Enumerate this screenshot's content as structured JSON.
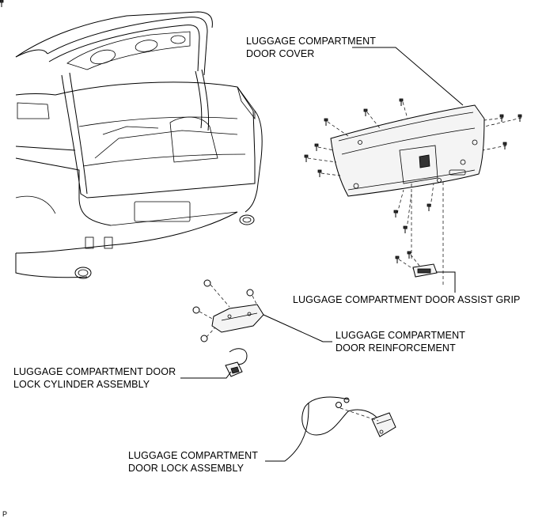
{
  "labels": {
    "cover_line1": "LUGGAGE COMPARTMENT",
    "cover_line2": "DOOR COVER",
    "grip": "LUGGAGE COMPARTMENT DOOR ASSIST GRIP",
    "reinf_line1": "LUGGAGE COMPARTMENT",
    "reinf_line2": "DOOR REINFORCEMENT",
    "cylinder_line1": "LUGGAGE COMPARTMENT DOOR",
    "cylinder_line2": "LOCK CYLINDER ASSEMBLY",
    "lock_line1": "LUGGAGE COMPARTMENT",
    "lock_line2": "DOOR LOCK ASSEMBLY",
    "corner_mark": "P"
  }
}
